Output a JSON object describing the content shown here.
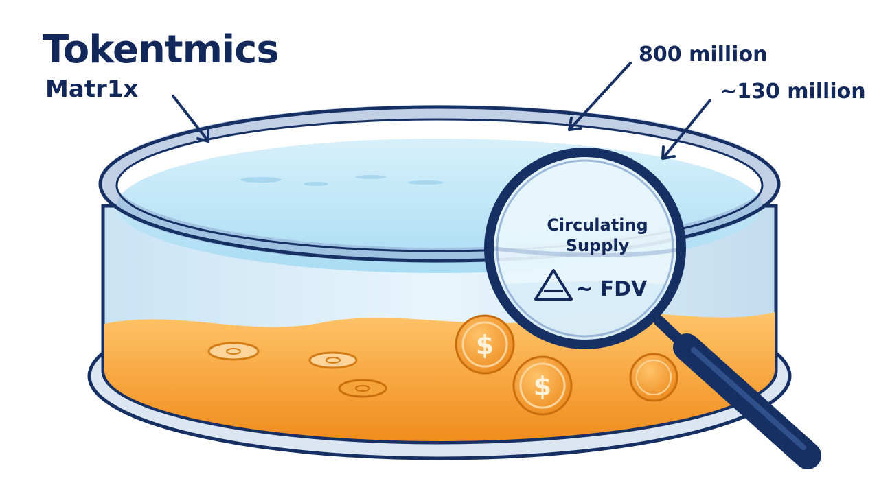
{
  "header": {
    "title": "Tokentmics",
    "subtitle": "Matr1x"
  },
  "callouts": {
    "total_supply": "800 million",
    "circulating_value": "~130 million"
  },
  "lens": {
    "line1": "Circulating",
    "line2": "Supply",
    "fdv": "~ FDV"
  },
  "colors": {
    "ink": "#12285a",
    "water": "#bfe6f7",
    "liquid": "#f5a43a",
    "coin": "#f39a2e",
    "rim": "#8fa9cf"
  }
}
